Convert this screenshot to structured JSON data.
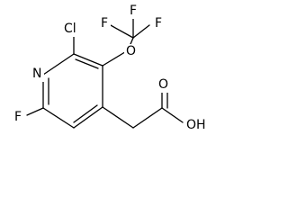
{
  "structure": {
    "atoms": {
      "F_top_left": "F",
      "F_top_right": "F",
      "F_middle": "F",
      "O_ether": "O",
      "Cl": "Cl",
      "N_ring": "N",
      "F_ring": "F",
      "O_carbonyl": "O",
      "OH": "OH"
    }
  }
}
